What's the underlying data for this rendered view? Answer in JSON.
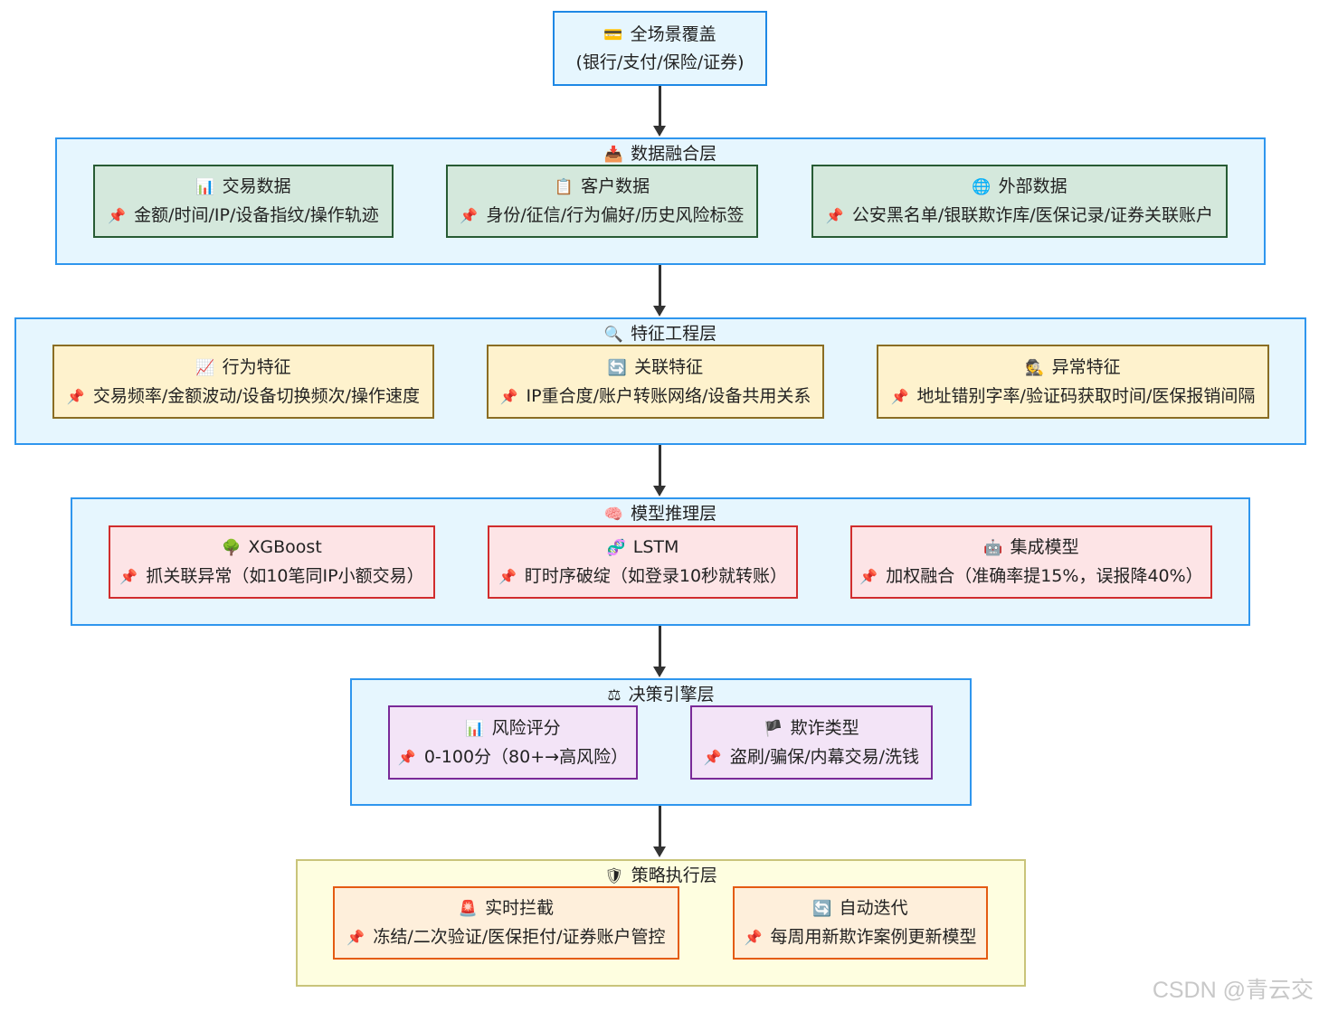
{
  "top": {
    "icon": "💳",
    "title": "全场景覆盖",
    "subtitle": "(银行/支付/保险/证券)"
  },
  "layers": [
    {
      "icon": "📥",
      "title": "数据融合层",
      "nodes": [
        {
          "icon": "📊",
          "title": "交易数据",
          "detail": "金额/时间/IP/设备指纹/操作轨迹"
        },
        {
          "icon": "📋",
          "title": "客户数据",
          "detail": "身份/征信/行为偏好/历史风险标签"
        },
        {
          "icon": "🌐",
          "title": "外部数据",
          "detail": "公安黑名单/银联欺诈库/医保记录/证券关联账户"
        }
      ]
    },
    {
      "icon": "🔍",
      "title": "特征工程层",
      "nodes": [
        {
          "icon": "📈",
          "title": "行为特征",
          "detail": "交易频率/金额波动/设备切换频次/操作速度"
        },
        {
          "icon": "🔄",
          "title": "关联特征",
          "detail": "IP重合度/账户转账网络/设备共用关系"
        },
        {
          "icon": "🕵",
          "title": "异常特征",
          "detail": "地址错别字率/验证码获取时间/医保报销间隔"
        }
      ]
    },
    {
      "icon": "🧠",
      "title": "模型推理层",
      "nodes": [
        {
          "icon": "🌳",
          "title": "XGBoost",
          "detail": "抓关联异常（如10笔同IP小额交易）"
        },
        {
          "icon": "🧬",
          "title": "LSTM",
          "detail": "盯时序破绽（如登录10秒就转账）"
        },
        {
          "icon": "🤖",
          "title": "集成模型",
          "detail": "加权融合（准确率提15%，误报降40%）"
        }
      ]
    },
    {
      "icon": "⚖",
      "title": "决策引擎层",
      "nodes": [
        {
          "icon": "📊",
          "title": "风险评分",
          "detail": "0-100分（80+→高风险）"
        },
        {
          "icon": "🏴",
          "title": "欺诈类型",
          "detail": "盗刷/骗保/内幕交易/洗钱"
        }
      ]
    },
    {
      "icon": "🛡",
      "title": "策略执行层",
      "nodes": [
        {
          "icon": "🚨",
          "title": "实时拦截",
          "detail": "冻结/二次验证/医保拒付/证券账户管控"
        },
        {
          "icon": "🔄",
          "title": "自动迭代",
          "detail": "每周用新欺诈案例更新模型"
        }
      ]
    }
  ],
  "pin_icon": "📌",
  "watermark": "CSDN @青云交",
  "colors": {
    "layer_fill": "#e6f6fe",
    "layer_border": "#2f96ee",
    "exec_fill": "#fefee0",
    "exec_border": "#c9c47a",
    "data_fill": "#d4e8dc",
    "feature_fill": "#fef2cd",
    "model_fill": "#fde4e6",
    "decision_fill": "#f3e4f7",
    "action_fill": "#feefdb"
  }
}
